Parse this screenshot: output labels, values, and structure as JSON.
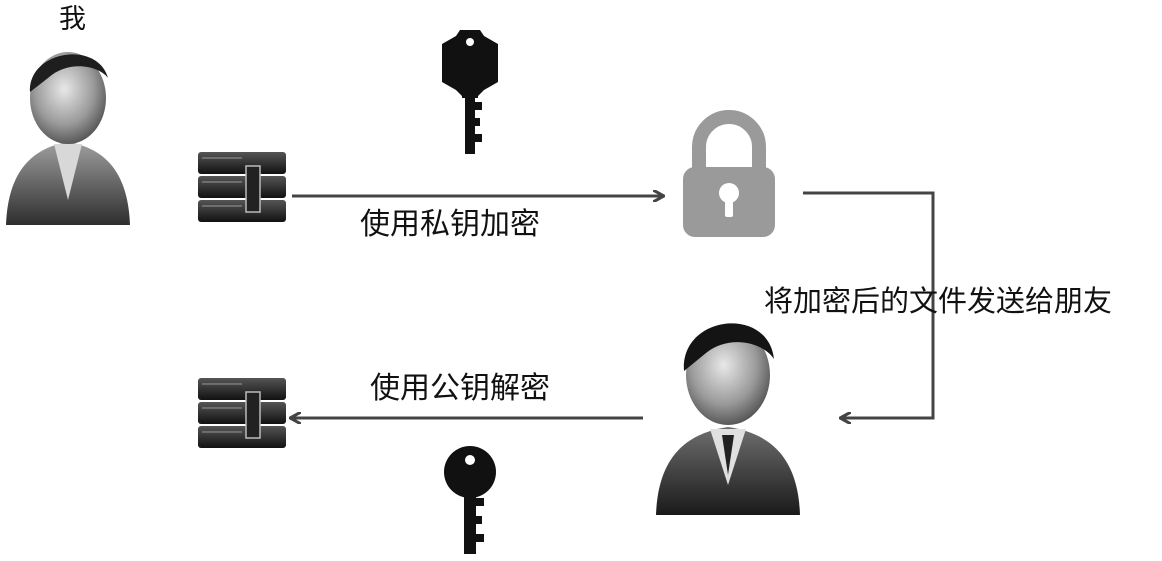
{
  "me_label": "我",
  "encrypt_label": "使用私钥加密",
  "send_label": "将加密后的文件发送给朋友",
  "decrypt_label": "使用公钥解密",
  "icons": {
    "me": "person-icon",
    "friend": "person-icon",
    "private_key": "key-icon",
    "public_key": "key-icon",
    "lock": "padlock-icon",
    "file_original": "archive-file-icon",
    "file_decrypted": "archive-file-icon"
  },
  "colors": {
    "lock": "#9a9a9a",
    "arrow": "#444444",
    "key": "#111111"
  }
}
